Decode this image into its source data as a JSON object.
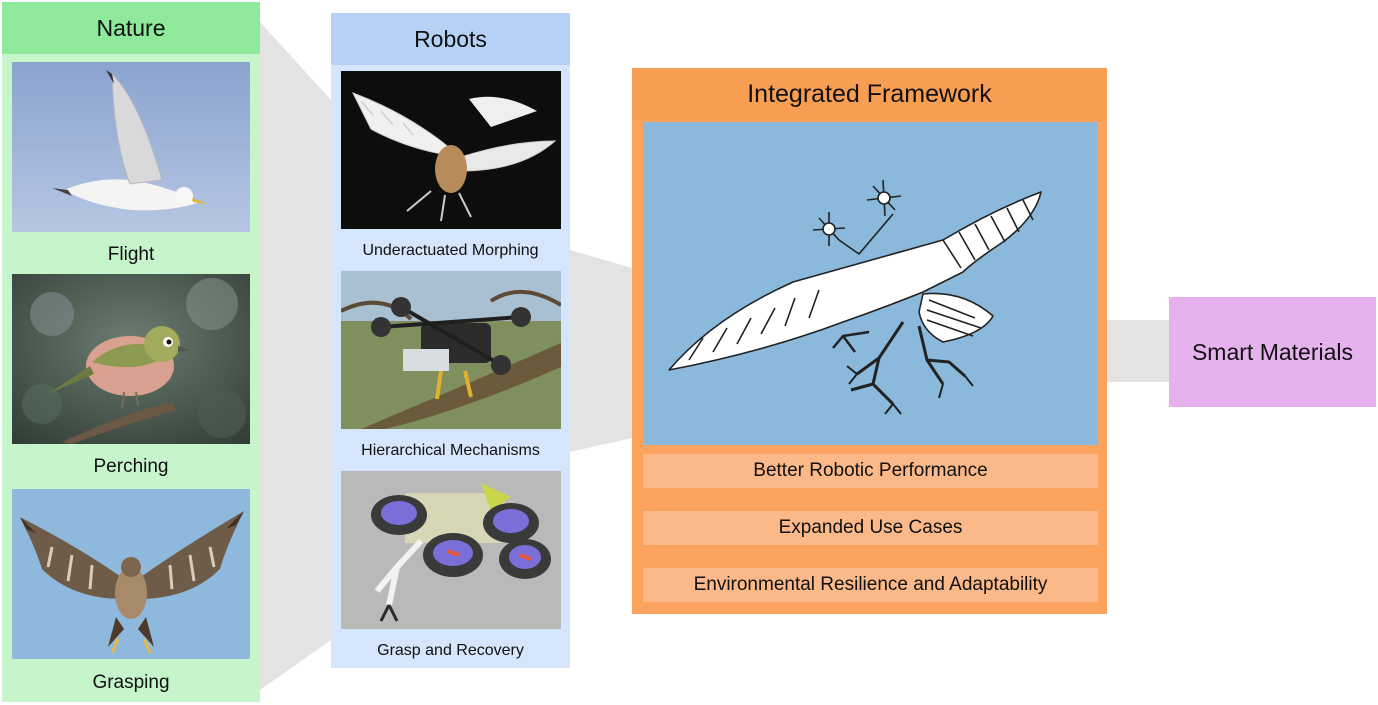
{
  "nature": {
    "title": "Nature",
    "items": [
      {
        "label": "Flight"
      },
      {
        "label": "Perching"
      },
      {
        "label": "Grasping"
      }
    ]
  },
  "robots": {
    "title": "Robots",
    "items": [
      {
        "label": "Underactuated Morphing"
      },
      {
        "label": "Hierarchical Mechanisms"
      },
      {
        "label": "Grasp and Recovery"
      }
    ]
  },
  "framework": {
    "title": "Integrated Framework",
    "benefits": [
      "Better Robotic Performance",
      "Expanded Use Cases",
      "Environmental Resilience and Adaptability"
    ]
  },
  "smart_materials": {
    "label": "Smart Materials"
  },
  "colors": {
    "nature_header": "#8ee99b",
    "nature_body": "#c6f5cc",
    "robots_header": "#b6d1f6",
    "robots_body": "#d5e5fb",
    "framework": "#f9a35f",
    "framework_row": "#fbb98a",
    "framework_image_bg": "#8ab9dc",
    "smart_materials": "#e6b2ee",
    "connector": "#e3e3e3"
  }
}
